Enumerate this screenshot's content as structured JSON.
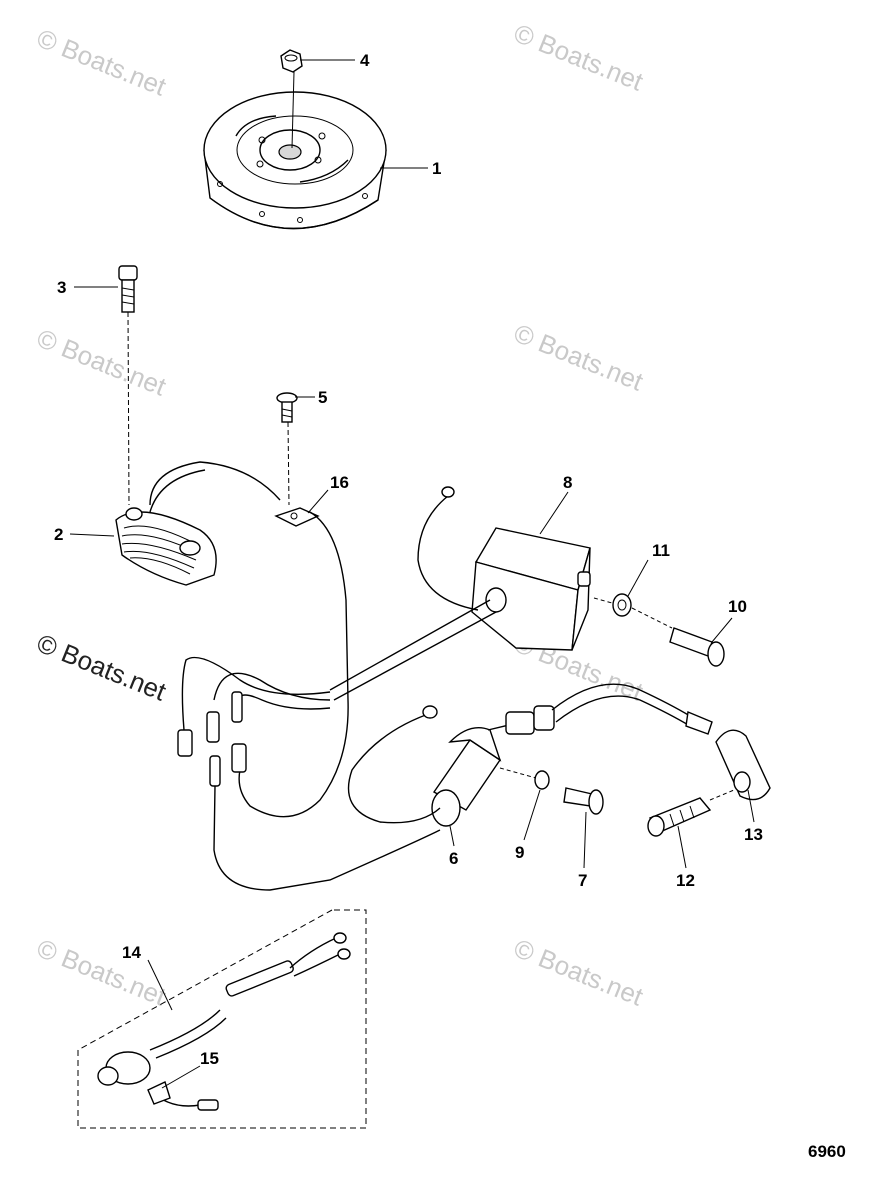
{
  "watermark": {
    "text": "© Boats.net",
    "color_light": "#c9c9c9",
    "color_dark": "#222222"
  },
  "diagram_number": "6960",
  "parts": [
    {
      "id": "label-1",
      "number": "1"
    },
    {
      "id": "label-2",
      "number": "2"
    },
    {
      "id": "label-3",
      "number": "3"
    },
    {
      "id": "label-4",
      "number": "4"
    },
    {
      "id": "label-5",
      "number": "5"
    },
    {
      "id": "label-6",
      "number": "6"
    },
    {
      "id": "label-7",
      "number": "7"
    },
    {
      "id": "label-8",
      "number": "8"
    },
    {
      "id": "label-9",
      "number": "9"
    },
    {
      "id": "label-10",
      "number": "10"
    },
    {
      "id": "label-11",
      "number": "11"
    },
    {
      "id": "label-12",
      "number": "12"
    },
    {
      "id": "label-13",
      "number": "13"
    },
    {
      "id": "label-14",
      "number": "14"
    },
    {
      "id": "label-15",
      "number": "15"
    },
    {
      "id": "label-16",
      "number": "16"
    }
  ]
}
